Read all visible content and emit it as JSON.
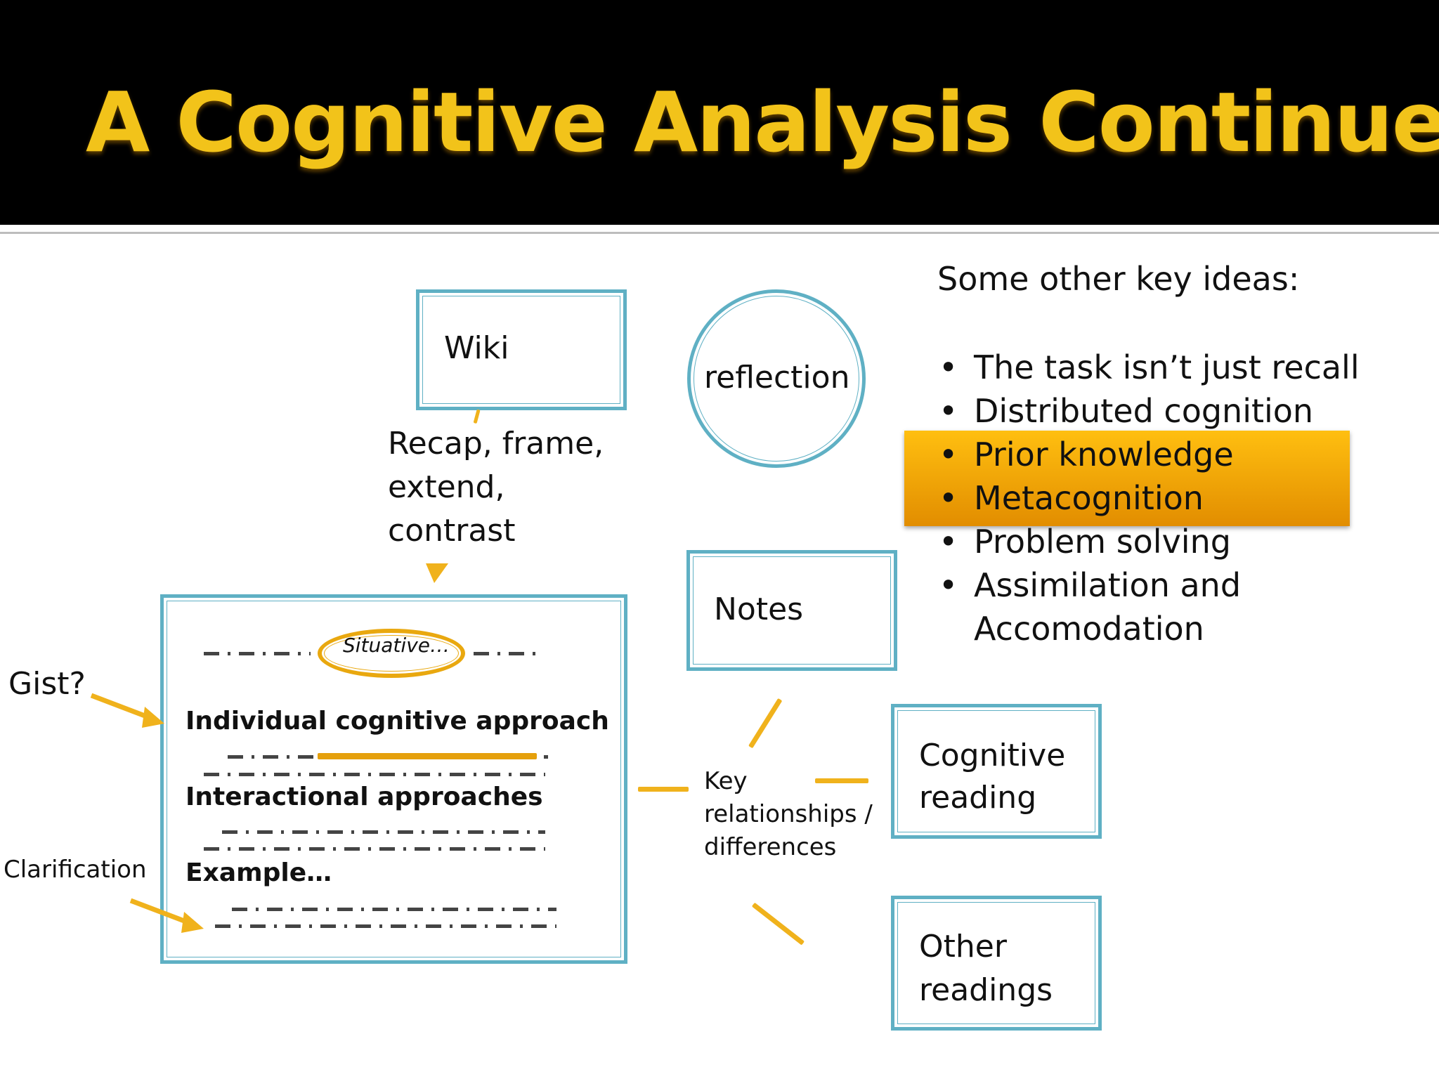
{
  "slide": {
    "title": "A Cognitive Analysis Continued"
  },
  "nodes": {
    "wiki": "Wiki",
    "reflection": "reflection",
    "notes": "Notes",
    "cognitive_reading": [
      "Cognitive",
      "reading"
    ],
    "other_readings": [
      "Other",
      "readings"
    ],
    "recap": [
      "Recap, frame,",
      "extend,",
      "contrast"
    ],
    "key_relationships": [
      "Key",
      "relationships /",
      "differences"
    ]
  },
  "document": {
    "circled_word": "Situative…",
    "headings": [
      "Individual cognitive approach",
      "Interactional approaches",
      "Example…"
    ]
  },
  "annotations": {
    "gist": "Gist?",
    "clarification": "Clarification"
  },
  "key_ideas": {
    "title": "Some other key ideas:",
    "bullet_symbol": "•",
    "items": [
      "The task isn’t just recall",
      "Distributed cognition",
      "Prior knowledge",
      "Metacognition",
      "Problem solving",
      "Assimilation and",
      "Accomodation"
    ],
    "highlighted_items": [
      "Prior knowledge",
      "Metacognition"
    ]
  },
  "colors": {
    "header_bg": "#000000",
    "title_color": "#f2c31a",
    "box_border": "#5fb0c4",
    "accent_orange": "#f0b21c",
    "highlight": "#f5a800"
  }
}
